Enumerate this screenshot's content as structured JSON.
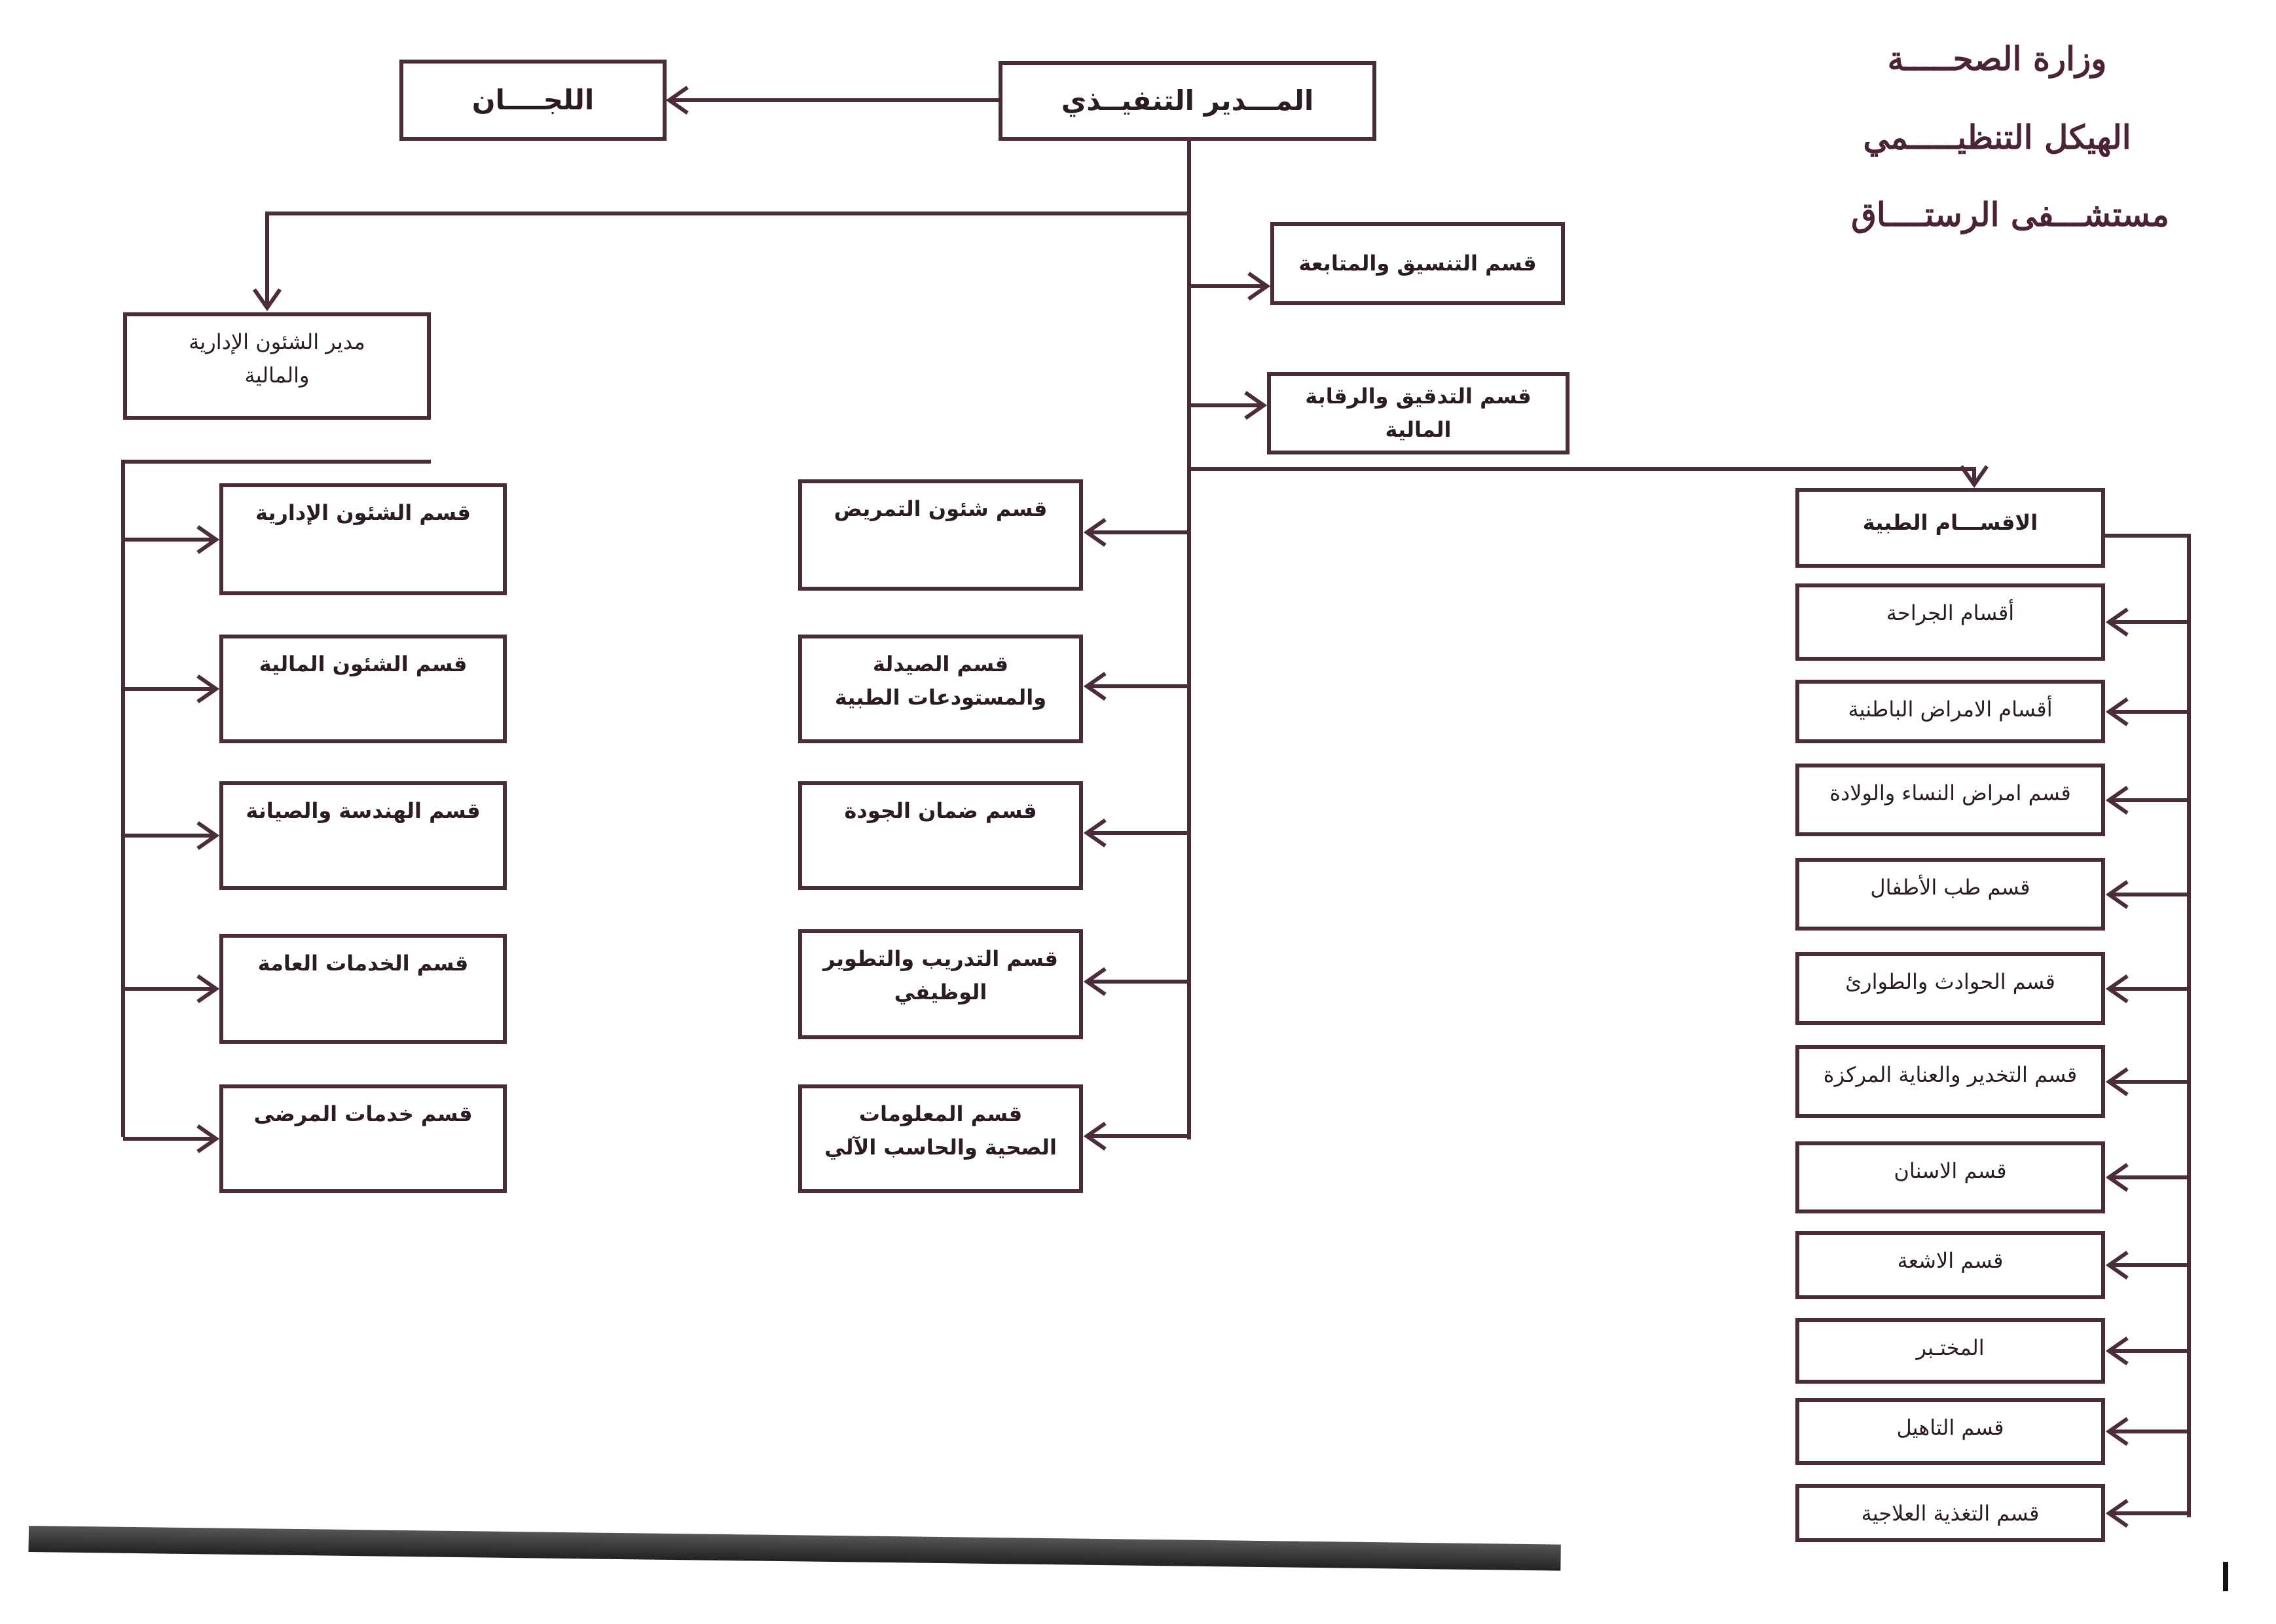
{
  "header": {
    "ministry": "وزارة الصحـــــة",
    "structure": "الهيكل التنظيـــــمي",
    "hospital": "مستشـــفى الرستــــاق"
  },
  "top": {
    "executive_director": "المـــدير التنفيــذي",
    "committees": "اللجــــان"
  },
  "staff_units": [
    "قسم التنسيق والمتابعة",
    "قسم التدقيق والرقابة المالية"
  ],
  "admin": {
    "director": "مدير الشئون الإدارية والمالية",
    "sections": [
      "قسم الشئون الإدارية",
      "قسم الشئون المالية",
      "قسم الهندسة والصيانة",
      "قسم الخدمات العامة",
      "قسم خدمات المرضى"
    ]
  },
  "middle": {
    "sections": [
      "قسم شئون التمريض",
      "قسم الصيدلة والمستودعات الطبية",
      "قسم ضمان الجودة",
      "قسم التدريب والتطوير الوظيفي",
      "قسم المعلومات الصحية والحاسب الآلي"
    ]
  },
  "medical": {
    "header": "الاقســـام الطبية",
    "sections": [
      "أقسام الجراحة",
      "أقسام الامراض الباطنية",
      "قسم امراض النساء والولادة",
      "قسم طب الأطفال",
      "قسم الحوادث والطوارئ",
      "قسم التخدير والعناية المركزة",
      "قسم الاسنان",
      "قسم الاشعة",
      "المختـبر",
      "قسم التاهيل",
      "قسم التغذية العلاجية"
    ]
  },
  "colors": {
    "line": "#4a2c3a",
    "text": "#2b1b24",
    "title": "#4a2436"
  }
}
